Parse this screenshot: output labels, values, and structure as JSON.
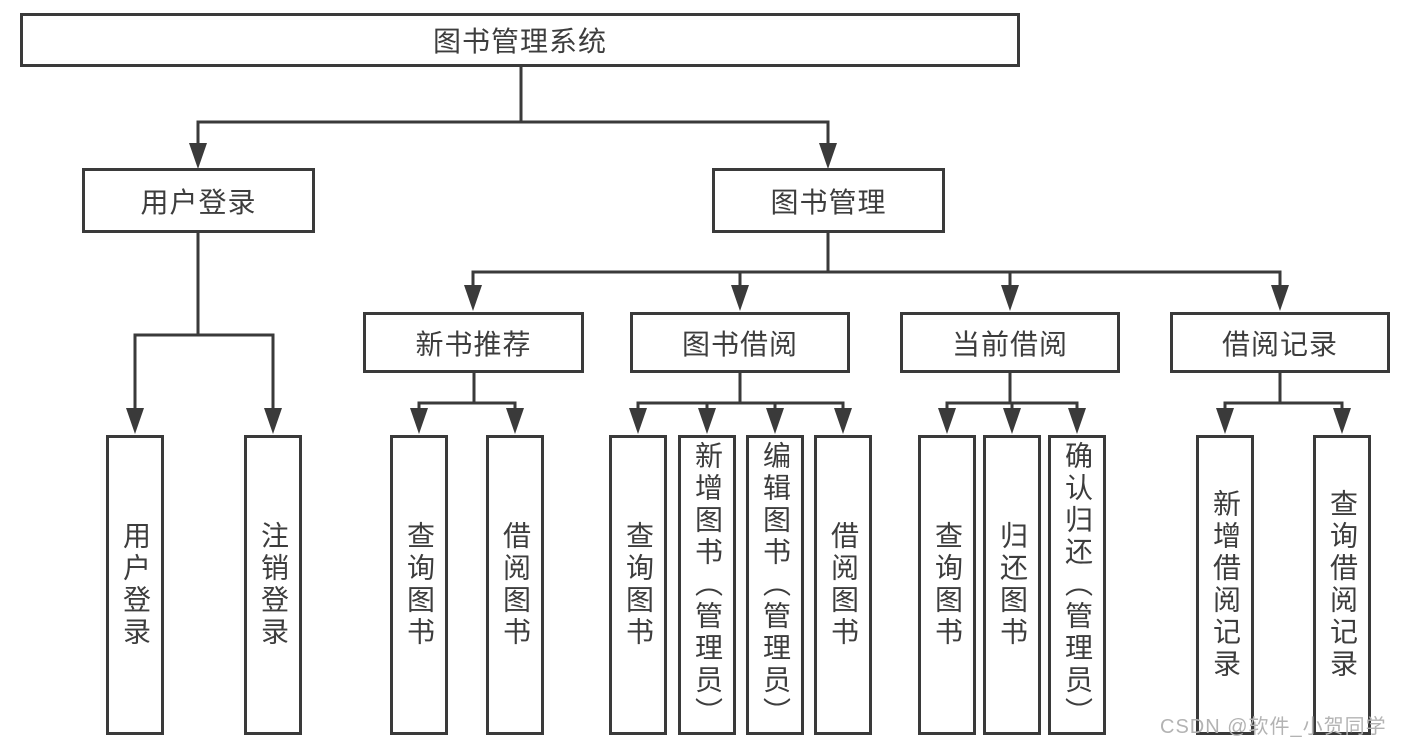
{
  "diagram": {
    "root": {
      "label": "图书管理系统"
    },
    "level2": [
      {
        "label": "用户登录",
        "children": [
          {
            "label": "用户登录"
          },
          {
            "label": "注销登录"
          }
        ]
      },
      {
        "label": "图书管理",
        "children": [
          {
            "label": "新书推荐",
            "children": [
              {
                "label": "查询图书"
              },
              {
                "label": "借阅图书"
              }
            ]
          },
          {
            "label": "图书借阅",
            "children": [
              {
                "label": "查询图书"
              },
              {
                "label": "新增图书（管理员）"
              },
              {
                "label": "编辑图书（管理员）"
              },
              {
                "label": "借阅图书"
              }
            ]
          },
          {
            "label": "当前借阅",
            "children": [
              {
                "label": "查询图书"
              },
              {
                "label": "归还图书"
              },
              {
                "label": "确认归还（管理员）"
              }
            ]
          },
          {
            "label": "借阅记录",
            "children": [
              {
                "label": "新增借阅记录"
              },
              {
                "label": "查询借阅记录"
              }
            ]
          }
        ]
      }
    ]
  },
  "watermark": {
    "text": "CSDN @软件_小贺同学"
  },
  "colors": {
    "line": "#3a3a3a",
    "text": "#3d3d3d",
    "box_background": "#ffffff",
    "watermark": "#b3b3b3"
  }
}
